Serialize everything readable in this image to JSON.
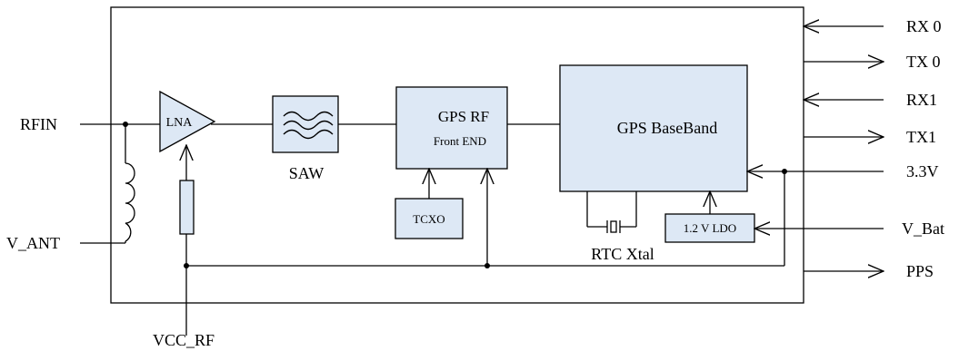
{
  "colors": {
    "block_fill": "#dde8f5",
    "line": "#000000",
    "background": "#ffffff"
  },
  "blocks": {
    "lna": "LNA",
    "saw": "SAW",
    "gps_rf_title": "GPS RF",
    "gps_rf_sub": "Front END",
    "baseband": "GPS BaseBand",
    "tcxo": "TCXO",
    "ldo": "1.2 V LDO",
    "rtc_xtal": "RTC Xtal"
  },
  "pins": {
    "rx0": "RX 0",
    "tx0": "TX 0",
    "rx1": "RX1",
    "tx1": "TX1",
    "v33": "3.3V",
    "v_bat": "V_Bat",
    "pps": "PPS",
    "rfin": "RFIN",
    "v_ant": "V_ANT",
    "vcc_rf": "VCC_RF"
  },
  "icons": [
    "inductor-icon",
    "resistor-icon",
    "crystal-icon",
    "saw-filter-icon",
    "amplifier-icon"
  ]
}
